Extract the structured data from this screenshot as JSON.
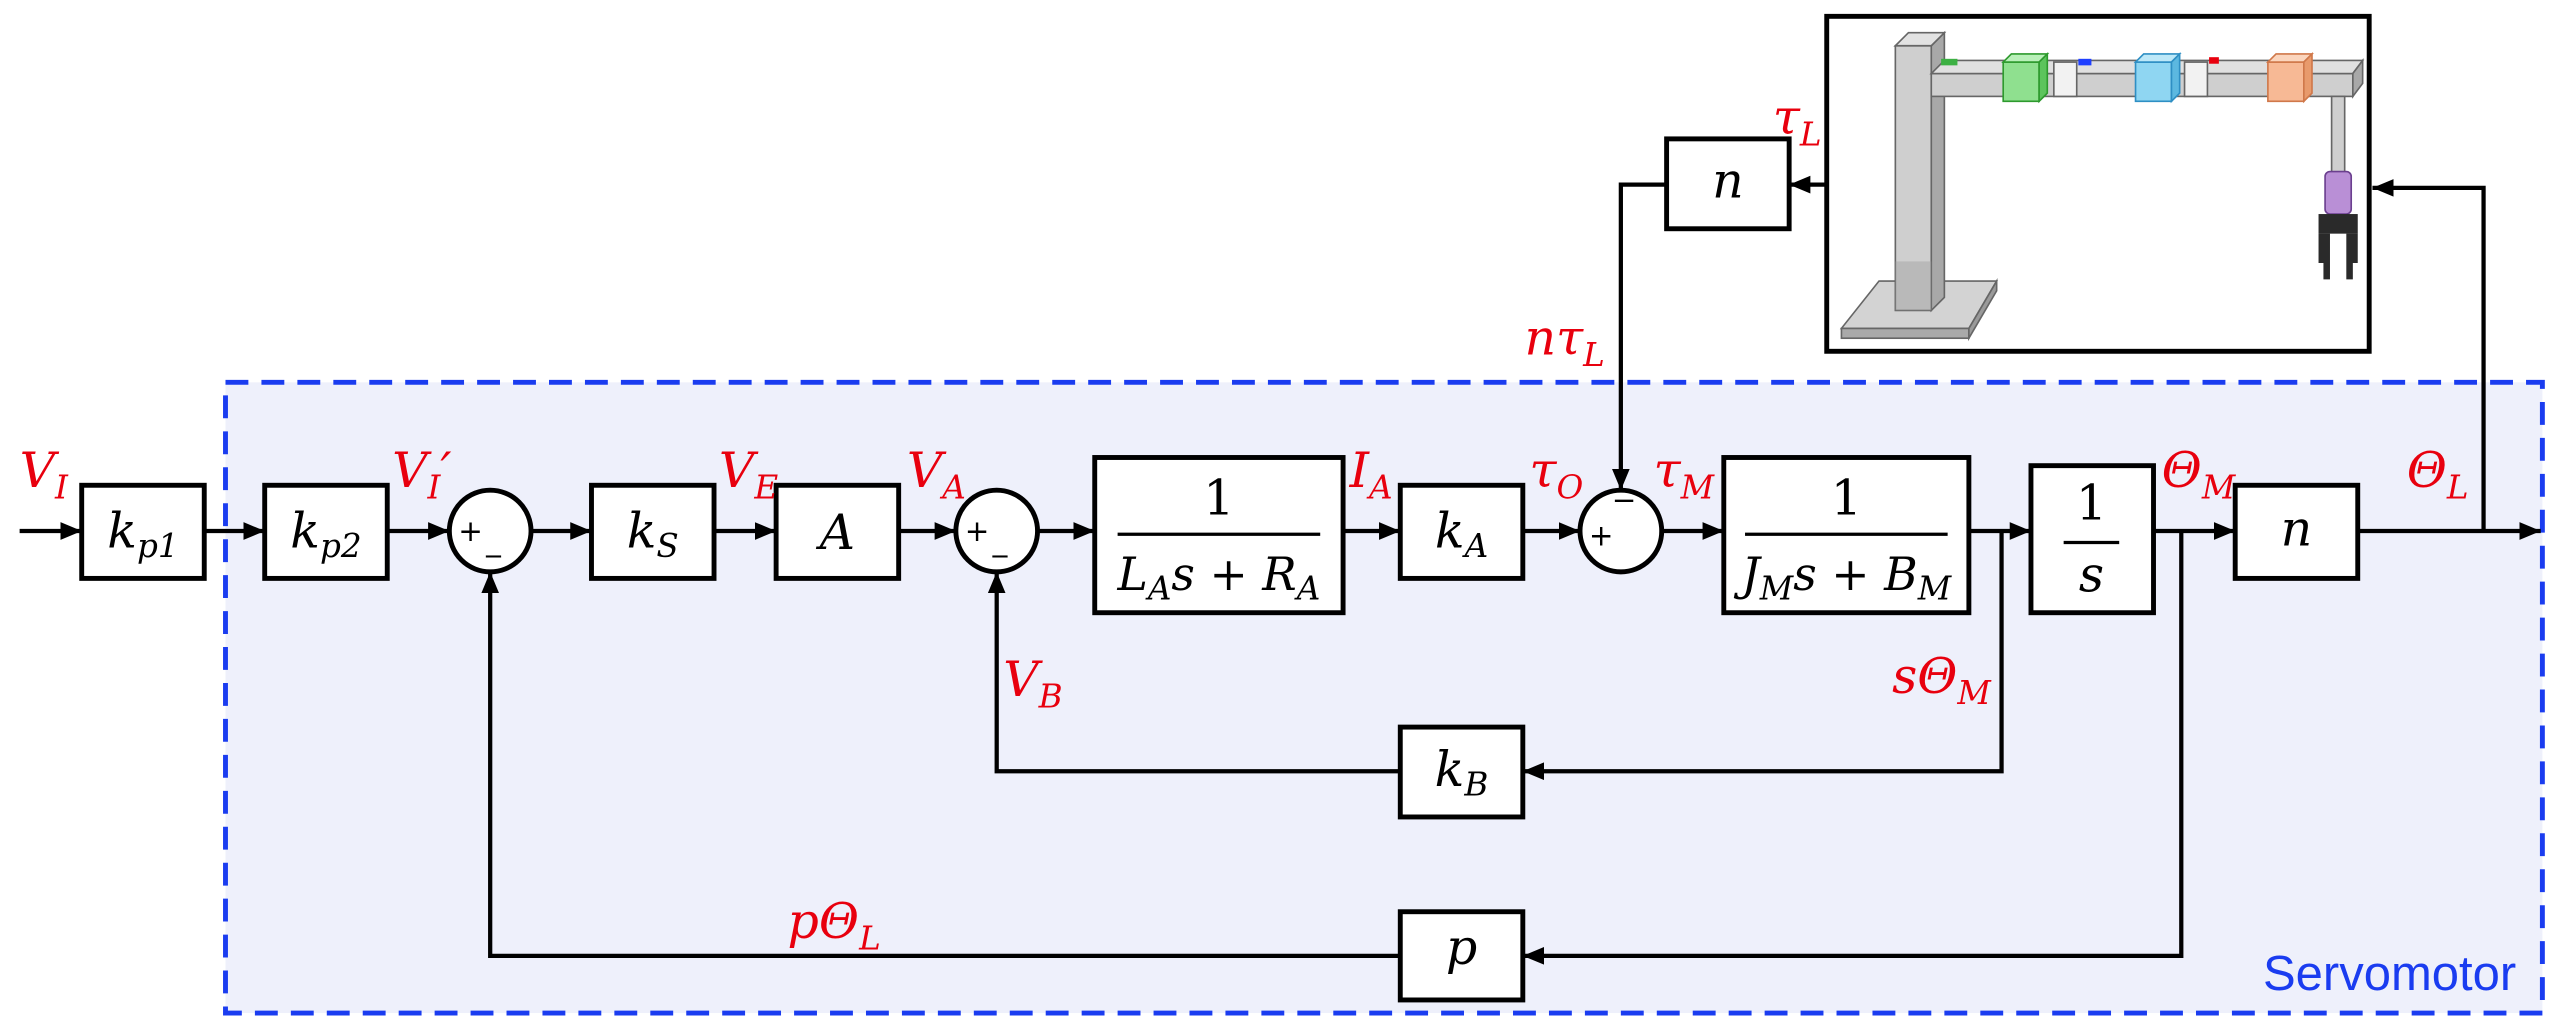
{
  "colors": {
    "signal_label": "#e8000e",
    "container_border": "#1a3cf0",
    "container_fill": "#eef0fb",
    "container_label": "#1a3cf0"
  },
  "container": {
    "label": "Servomotor"
  },
  "signals": {
    "v_i": {
      "main": "V",
      "sub": "I"
    },
    "v_i_prime": {
      "main": "V",
      "sub": "I",
      "prime": "′"
    },
    "v_e": {
      "main": "V",
      "sub": "E"
    },
    "v_a": {
      "main": "V",
      "sub": "A"
    },
    "i_a": {
      "main": "I",
      "sub": "A"
    },
    "tau_o": {
      "main": "τ",
      "sub": "O"
    },
    "tau_m": {
      "main": "τ",
      "sub": "M"
    },
    "theta_m": {
      "main": "Θ",
      "sub": "M"
    },
    "theta_l": {
      "main": "Θ",
      "sub": "L"
    },
    "v_b": {
      "main": "V",
      "sub": "B"
    },
    "s_theta_m": {
      "main": "sΘ",
      "sub": "M"
    },
    "p_theta_l": {
      "main": "pΘ",
      "sub": "L"
    },
    "tau_l": {
      "main": "τ",
      "sub": "L"
    },
    "n_tau_l": {
      "main": "nτ",
      "sub": "L"
    }
  },
  "blocks": {
    "kp1": {
      "main": "k",
      "sub": "p1"
    },
    "kp2": {
      "main": "k",
      "sub": "p2"
    },
    "ks": {
      "main": "k",
      "sub": "S"
    },
    "amplifier": {
      "main": "A"
    },
    "armature": {
      "numerator": "1",
      "den_1": "L",
      "den_1_sub": "A",
      "den_2": "s + R",
      "den_2_sub": "A"
    },
    "ka": {
      "main": "k",
      "sub": "A"
    },
    "mechanical": {
      "numerator": "1",
      "den_1": "J",
      "den_1_sub": "M",
      "den_2": "s + B",
      "den_2_sub": "M"
    },
    "integrator": {
      "numerator": "1",
      "denominator": "s"
    },
    "gear_ratio": {
      "main": "n"
    },
    "kb": {
      "main": "k",
      "sub": "B"
    },
    "p": {
      "main": "p"
    },
    "load_gear": {
      "main": "n"
    }
  },
  "summing_junctions": {
    "sum1": {
      "plus": "+",
      "minus": "_"
    },
    "sum2": {
      "plus": "+",
      "minus": "_"
    },
    "sum3": {
      "plus": "+",
      "minus": "−"
    }
  }
}
